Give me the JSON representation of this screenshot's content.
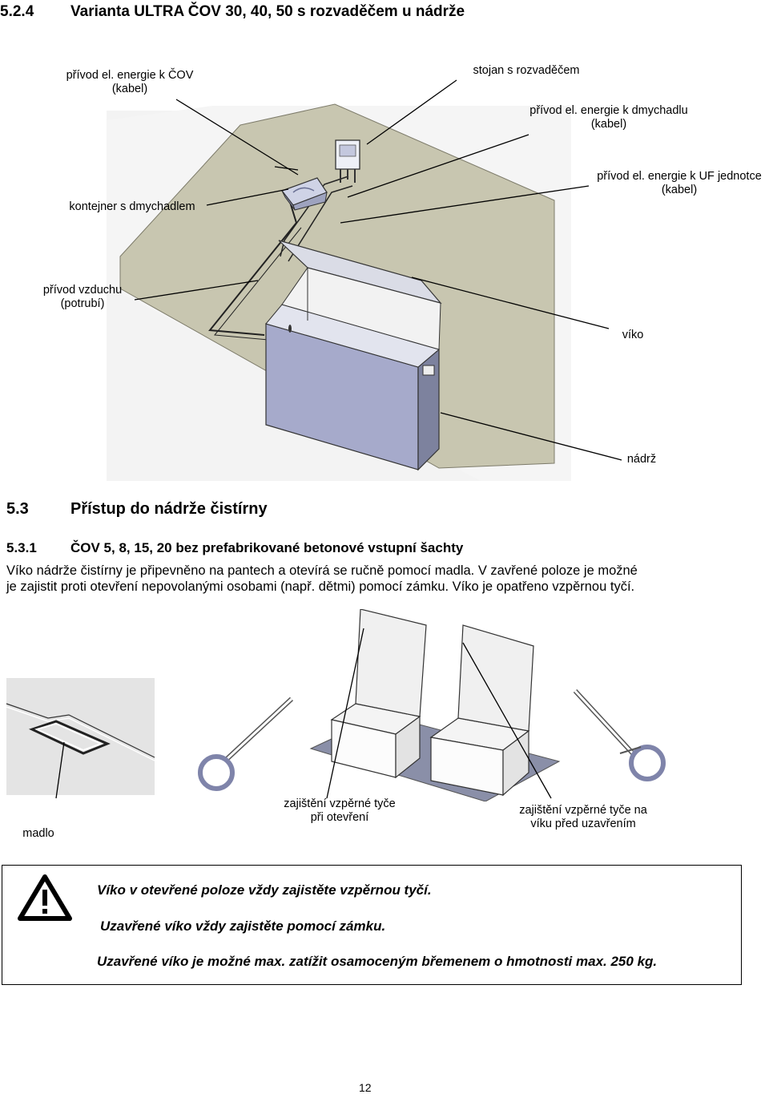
{
  "header": {
    "number": "5.2.4",
    "title": "Varianta ULTRA  ČOV 30, 40, 50 s  rozvaděčem u nádrže"
  },
  "figure1": {
    "labels": {
      "power_cov_1": "přívod el. energie k ČOV",
      "power_cov_2": "(kabel)",
      "stand": "stojan s rozvaděčem",
      "power_blower_1": "přívod el. energie k dmychadlu",
      "power_blower_2": "(kabel)",
      "power_uf_1": "přívod el. energie k UF jednotce",
      "power_uf_2": "(kabel)",
      "container": "kontejner s dmychadlem",
      "air_1": "přívod vzduchu",
      "air_2": "(potrubí)",
      "lid": "víko",
      "tank": "nádrž"
    }
  },
  "section": {
    "number": "5.3",
    "title": "Přístup do nádrže čistírny"
  },
  "subsection": {
    "number": "5.3.1",
    "title": "ČOV 5, 8, 15, 20 bez prefabrikované betonové vstupní šachty"
  },
  "paragraph": {
    "line1": "Víko nádrže čistírny je připevněno na pantech a otevírá se ručně pomocí madla. V zavřené poloze je možné",
    "line2": "je zajistit proti otevření nepovolanými osobami (např. dětmi) pomocí zámku. Víko je opatřeno vzpěrnou tyčí."
  },
  "figure2": {
    "labels": {
      "handle": "madlo",
      "strut_open_1": "zajištění vzpěrné tyče",
      "strut_open_2": "při otevření",
      "strut_closed_1": "zajištění vzpěrné tyče na",
      "strut_closed_2": "víku před uzavřením"
    }
  },
  "warning": {
    "icon": "warning-triangle-icon",
    "line1": "Víko v otevřené poloze vždy zajistěte vzpěrnou tyčí.",
    "line2": "Uzavřené víko vždy zajistěte pomocí zámku.",
    "line3": "Uzavřené víko je možné max.  zatížit osamoceným břemenem o hmotnosti max. 250 kg."
  },
  "footer": {
    "page_number": "12"
  },
  "colors": {
    "ground": "#c8c6b0",
    "tank_side": "#a6aacb",
    "tank_inner": "#f2f2f2",
    "ground_bg": "#f3f3f3",
    "plate": "#8a8fa8"
  }
}
